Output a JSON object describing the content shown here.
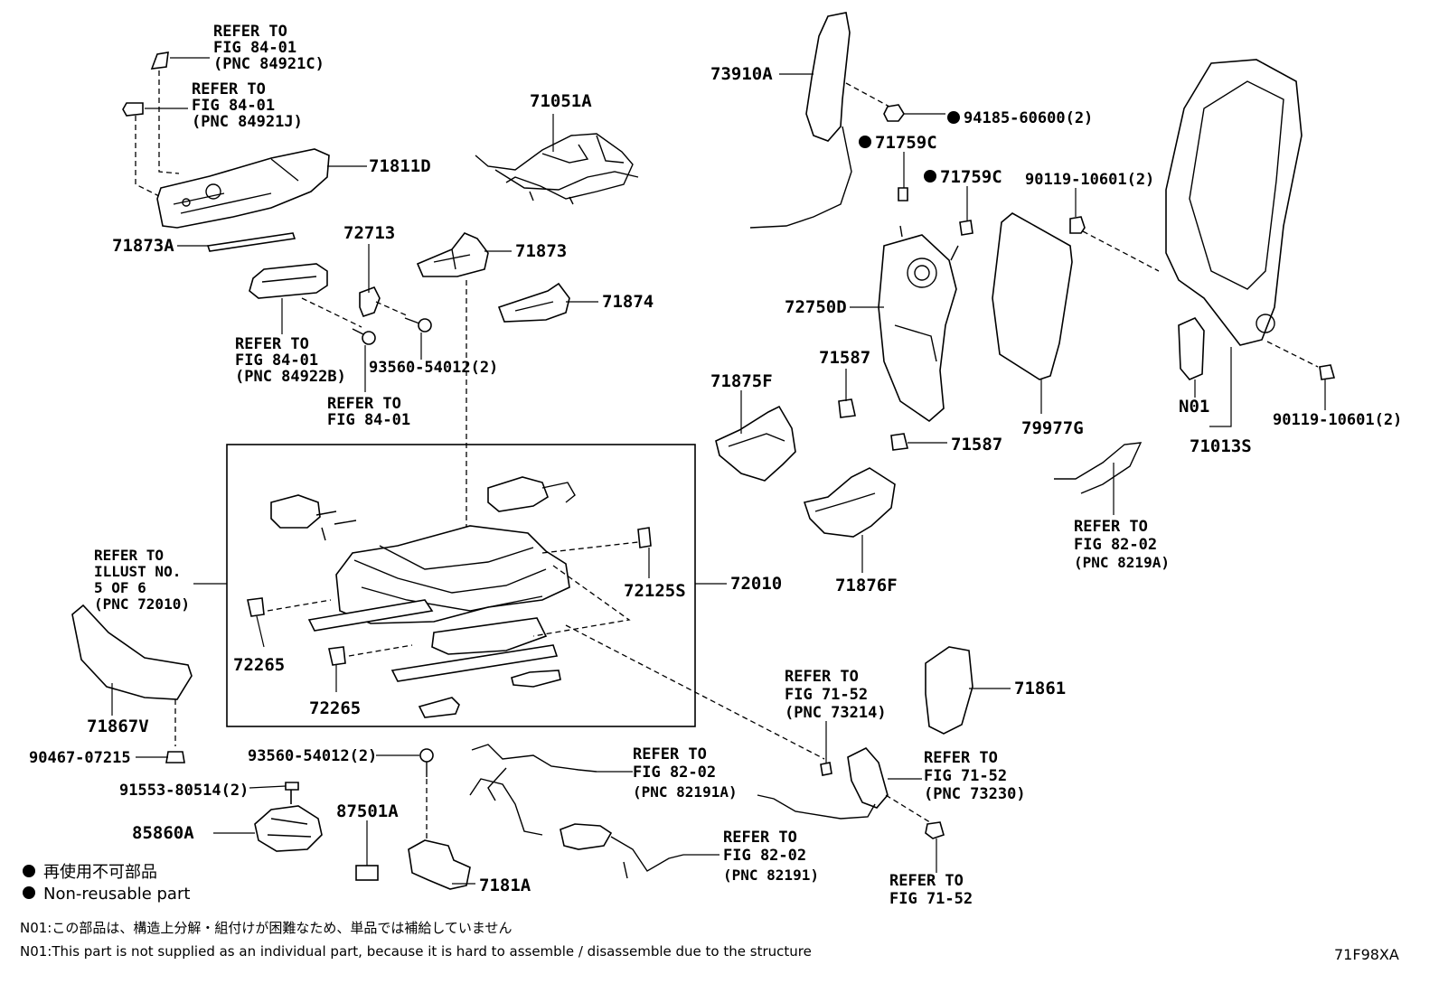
{
  "part_labels": {
    "p71811D": "71811D",
    "p71873A": "71873A",
    "p71051A": "71051A",
    "p72713": "72713",
    "p71873": "71873",
    "p71874": "71874",
    "p93560_54012_2_top": "93560-54012(2)",
    "p73910A": "73910A",
    "p94185": "94185-60600(2)",
    "p71759C_a": "71759C",
    "p71759C_b": "71759C",
    "p72750D": "72750D",
    "p71587_a": "71587",
    "p71587_b": "71587",
    "p71875F": "71875F",
    "p71876F": "71876F",
    "p90119_top": "90119-10601(2)",
    "p79977G": "79977G",
    "pN01": "N01",
    "p71013S": "71013S",
    "p90119_right": "90119-10601(2)",
    "p72125S": "72125S",
    "p72010": "72010",
    "p72265_a": "72265",
    "p72265_b": "72265",
    "p71867V": "71867V",
    "p90467": "90467-07215",
    "p93560_54012_2_bot": "93560-54012(2)",
    "p91553": "91553-80514(2)",
    "p85860A": "85860A",
    "p87501A": "87501A",
    "p7181A": "7181A",
    "p71861": "71861"
  },
  "refer_blocks": {
    "r_84921C": [
      "REFER TO",
      "FIG 84-01",
      "(PNC 84921C)"
    ],
    "r_84921J": [
      "REFER TO",
      "FIG 84-01",
      "(PNC 84921J)"
    ],
    "r_84922B": [
      "REFER TO",
      "FIG 84-01",
      "(PNC 84922B)"
    ],
    "r_84_01": [
      "REFER TO",
      "FIG 84-01"
    ],
    "r_illust": [
      "REFER TO",
      "ILLUST NO.",
      "5 OF 6",
      "(PNC 72010)"
    ],
    "r_8219A": [
      "REFER TO",
      "FIG 82-02",
      "(PNC 8219A)"
    ],
    "r_73214": [
      "REFER TO",
      "FIG 71-52",
      "(PNC 73214)"
    ],
    "r_73230": [
      "REFER TO",
      "FIG 71-52",
      "(PNC 73230)"
    ],
    "r_82191A": [
      "REFER TO",
      "FIG 82-02",
      "(PNC 82191A)"
    ],
    "r_82191": [
      "REFER TO",
      "FIG 82-02",
      "(PNC 82191)"
    ],
    "r_71_52": [
      "REFER TO",
      "FIG 71-52"
    ]
  },
  "legend": {
    "jp": "再使用不可部品",
    "en": "Non-reusable part"
  },
  "notes": {
    "jp": "N01:この部品は、構造上分解・組付けが困難なため、単品では補給していません",
    "en": "N01:This part is not supplied as an individual part, because it is hard to assemble / disassemble due to the structure"
  },
  "illustration_code": "71F98XA",
  "colors": {
    "line": "#000000",
    "background": "#ffffff"
  }
}
